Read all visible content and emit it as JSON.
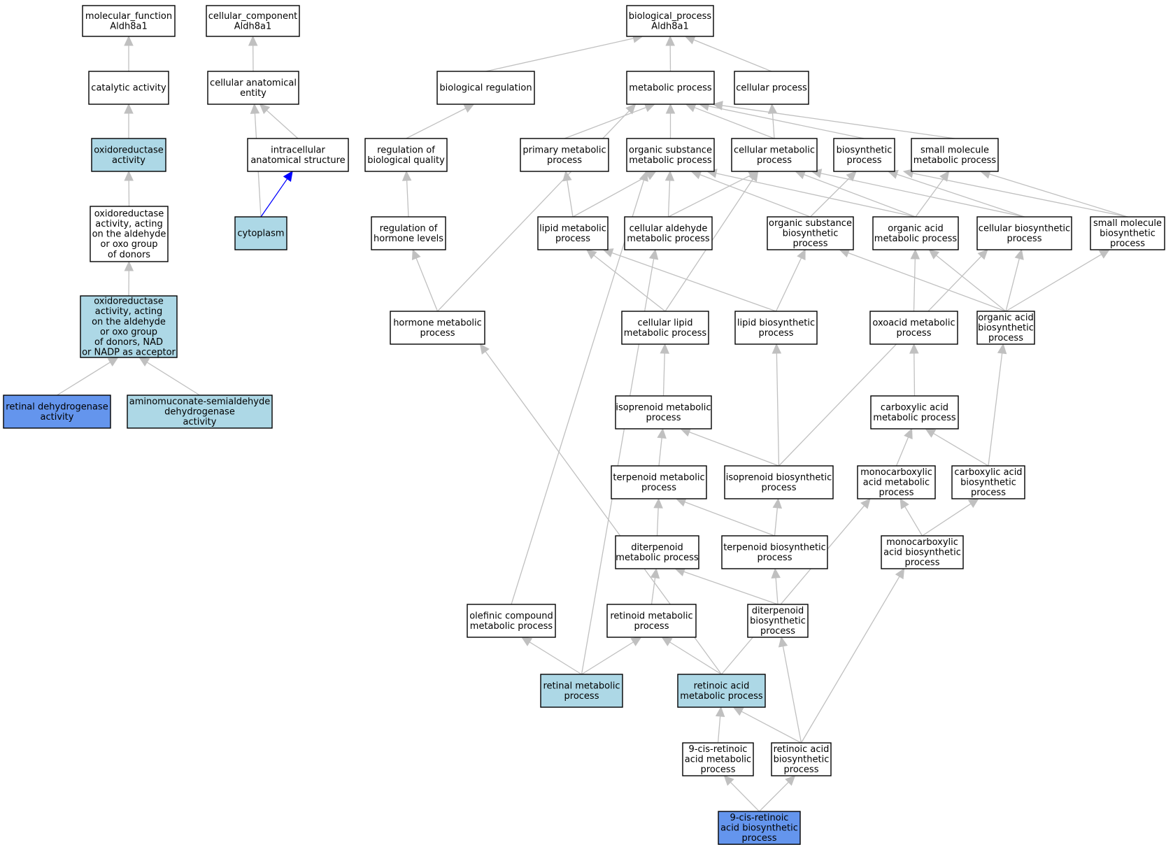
{
  "colors": {
    "default_fill": "#ffffff",
    "light_fill": "#add8e6",
    "dark_fill": "#6495ed",
    "edge": "#c0c0c0",
    "highlight_edge": "#0000ff"
  },
  "nodes": [
    {
      "id": "mf_root",
      "lines": [
        "molecular_function",
        "Aldh8a1"
      ],
      "fill": "default"
    },
    {
      "id": "catalytic",
      "lines": [
        "catalytic activity"
      ],
      "fill": "default"
    },
    {
      "id": "oxidoreductase",
      "lines": [
        "oxidoreductase",
        "activity"
      ],
      "fill": "light"
    },
    {
      "id": "oxred_aldehyde",
      "lines": [
        "oxidoreductase",
        "activity, acting",
        "on the aldehyde",
        "or oxo group",
        "of donors"
      ],
      "fill": "default"
    },
    {
      "id": "oxred_nad",
      "lines": [
        "oxidoreductase",
        "activity, acting",
        "on the aldehyde",
        "or oxo group",
        "of donors, NAD",
        "or NADP as acceptor"
      ],
      "fill": "light"
    },
    {
      "id": "retinal_dh",
      "lines": [
        "retinal dehydrogenase",
        "activity"
      ],
      "fill": "dark"
    },
    {
      "id": "aminomuc",
      "lines": [
        "aminomuconate-semialdehyde",
        "dehydrogenase",
        "activity"
      ],
      "fill": "light"
    },
    {
      "id": "cc_root",
      "lines": [
        "cellular_component",
        "Aldh8a1"
      ],
      "fill": "default"
    },
    {
      "id": "cell_anat",
      "lines": [
        "cellular anatomical",
        "entity"
      ],
      "fill": "default"
    },
    {
      "id": "intracell",
      "lines": [
        "intracellular",
        "anatomical structure"
      ],
      "fill": "default"
    },
    {
      "id": "cytoplasm",
      "lines": [
        "cytoplasm"
      ],
      "fill": "light"
    },
    {
      "id": "bp_root",
      "lines": [
        "biological_process",
        "Aldh8a1"
      ],
      "fill": "default"
    },
    {
      "id": "bio_reg",
      "lines": [
        "biological regulation"
      ],
      "fill": "default"
    },
    {
      "id": "metabolic",
      "lines": [
        "metabolic process"
      ],
      "fill": "default"
    },
    {
      "id": "cellular",
      "lines": [
        "cellular process"
      ],
      "fill": "default"
    },
    {
      "id": "reg_bioq",
      "lines": [
        "regulation of",
        "biological quality"
      ],
      "fill": "default"
    },
    {
      "id": "primary_met",
      "lines": [
        "primary metabolic",
        "process"
      ],
      "fill": "default"
    },
    {
      "id": "org_sub_met",
      "lines": [
        "organic substance",
        "metabolic process"
      ],
      "fill": "default"
    },
    {
      "id": "cell_met",
      "lines": [
        "cellular metabolic",
        "process"
      ],
      "fill": "default"
    },
    {
      "id": "biosynth",
      "lines": [
        "biosynthetic",
        "process"
      ],
      "fill": "default"
    },
    {
      "id": "small_mol_met",
      "lines": [
        "small molecule",
        "metabolic process"
      ],
      "fill": "default"
    },
    {
      "id": "reg_hormone",
      "lines": [
        "regulation of",
        "hormone levels"
      ],
      "fill": "default"
    },
    {
      "id": "lipid_met",
      "lines": [
        "lipid metabolic",
        "process"
      ],
      "fill": "default"
    },
    {
      "id": "cell_ald_met",
      "lines": [
        "cellular aldehyde",
        "metabolic process"
      ],
      "fill": "default"
    },
    {
      "id": "org_sub_bios",
      "lines": [
        "organic substance",
        "biosynthetic",
        "process"
      ],
      "fill": "default"
    },
    {
      "id": "org_acid_met",
      "lines": [
        "organic acid",
        "metabolic process"
      ],
      "fill": "default"
    },
    {
      "id": "cell_bios",
      "lines": [
        "cellular biosynthetic",
        "process"
      ],
      "fill": "default"
    },
    {
      "id": "small_mol_bios",
      "lines": [
        "small molecule",
        "biosynthetic",
        "process"
      ],
      "fill": "default"
    },
    {
      "id": "hormone_met",
      "lines": [
        "hormone metabolic",
        "process"
      ],
      "fill": "default"
    },
    {
      "id": "cell_lipid_met",
      "lines": [
        "cellular lipid",
        "metabolic process"
      ],
      "fill": "default"
    },
    {
      "id": "lipid_bios",
      "lines": [
        "lipid biosynthetic",
        "process"
      ],
      "fill": "default"
    },
    {
      "id": "oxoacid_met",
      "lines": [
        "oxoacid metabolic",
        "process"
      ],
      "fill": "default"
    },
    {
      "id": "org_acid_bios",
      "lines": [
        "organic acid",
        "biosynthetic",
        "process"
      ],
      "fill": "default"
    },
    {
      "id": "isoprenoid_met",
      "lines": [
        "isoprenoid metabolic",
        "process"
      ],
      "fill": "default"
    },
    {
      "id": "carbox_met",
      "lines": [
        "carboxylic acid",
        "metabolic process"
      ],
      "fill": "default"
    },
    {
      "id": "terpenoid_met",
      "lines": [
        "terpenoid metabolic",
        "process"
      ],
      "fill": "default"
    },
    {
      "id": "isoprenoid_bios",
      "lines": [
        "isoprenoid biosynthetic",
        "process"
      ],
      "fill": "default"
    },
    {
      "id": "monocarb_met",
      "lines": [
        "monocarboxylic",
        "acid metabolic",
        "process"
      ],
      "fill": "default"
    },
    {
      "id": "carbox_bios",
      "lines": [
        "carboxylic acid",
        "biosynthetic",
        "process"
      ],
      "fill": "default"
    },
    {
      "id": "diterp_met",
      "lines": [
        "diterpenoid",
        "metabolic process"
      ],
      "fill": "default"
    },
    {
      "id": "terp_bios",
      "lines": [
        "terpenoid biosynthetic",
        "process"
      ],
      "fill": "default"
    },
    {
      "id": "monocarb_bios",
      "lines": [
        "monocarboxylic",
        "acid biosynthetic",
        "process"
      ],
      "fill": "default"
    },
    {
      "id": "olefinic",
      "lines": [
        "olefinic compound",
        "metabolic process"
      ],
      "fill": "default"
    },
    {
      "id": "retinoid_met",
      "lines": [
        "retinoid metabolic",
        "process"
      ],
      "fill": "default"
    },
    {
      "id": "diterp_bios",
      "lines": [
        "diterpenoid",
        "biosynthetic",
        "process"
      ],
      "fill": "default"
    },
    {
      "id": "retinal_met",
      "lines": [
        "retinal metabolic",
        "process"
      ],
      "fill": "light"
    },
    {
      "id": "ra_met",
      "lines": [
        "retinoic acid",
        "metabolic process"
      ],
      "fill": "light"
    },
    {
      "id": "cis_ra_met",
      "lines": [
        "9-cis-retinoic",
        "acid metabolic",
        "process"
      ],
      "fill": "default"
    },
    {
      "id": "ra_bios",
      "lines": [
        "retinoic acid",
        "biosynthetic",
        "process"
      ],
      "fill": "default"
    },
    {
      "id": "cis_ra_bios",
      "lines": [
        "9-cis-retinoic",
        "acid biosynthetic",
        "process"
      ],
      "fill": "dark"
    }
  ],
  "edges": [
    [
      "catalytic",
      "mf_root"
    ],
    [
      "oxidoreductase",
      "catalytic"
    ],
    [
      "oxred_aldehyde",
      "oxidoreductase"
    ],
    [
      "oxred_nad",
      "oxred_aldehyde"
    ],
    [
      "retinal_dh",
      "oxred_nad"
    ],
    [
      "aminomuc",
      "oxred_nad"
    ],
    [
      "cell_anat",
      "cc_root"
    ],
    [
      "intracell",
      "cell_anat"
    ],
    [
      "cytoplasm",
      "cell_anat"
    ],
    [
      "cytoplasm",
      "intracell",
      "highlight"
    ],
    [
      "bio_reg",
      "bp_root"
    ],
    [
      "metabolic",
      "bp_root"
    ],
    [
      "cellular",
      "bp_root"
    ],
    [
      "reg_bioq",
      "bio_reg"
    ],
    [
      "reg_hormone",
      "reg_bioq"
    ],
    [
      "hormone_met",
      "reg_hormone"
    ],
    [
      "hormone_met",
      "metabolic"
    ],
    [
      "primary_met",
      "metabolic"
    ],
    [
      "org_sub_met",
      "metabolic"
    ],
    [
      "cell_met",
      "metabolic"
    ],
    [
      "cell_met",
      "cellular"
    ],
    [
      "biosynth",
      "metabolic"
    ],
    [
      "small_mol_met",
      "metabolic"
    ],
    [
      "lipid_met",
      "primary_met"
    ],
    [
      "lipid_met",
      "org_sub_met"
    ],
    [
      "cell_ald_met",
      "org_sub_met"
    ],
    [
      "cell_ald_met",
      "cell_met"
    ],
    [
      "org_sub_bios",
      "org_sub_met"
    ],
    [
      "org_sub_bios",
      "biosynth"
    ],
    [
      "org_acid_met",
      "org_sub_met"
    ],
    [
      "org_acid_met",
      "cell_met"
    ],
    [
      "org_acid_met",
      "small_mol_met"
    ],
    [
      "cell_bios",
      "cell_met"
    ],
    [
      "cell_bios",
      "biosynth"
    ],
    [
      "small_mol_bios",
      "small_mol_met"
    ],
    [
      "small_mol_bios",
      "biosynth"
    ],
    [
      "cell_lipid_met",
      "lipid_met"
    ],
    [
      "cell_lipid_met",
      "cell_met"
    ],
    [
      "lipid_bios",
      "lipid_met"
    ],
    [
      "lipid_bios",
      "org_sub_bios"
    ],
    [
      "oxoacid_met",
      "org_acid_met"
    ],
    [
      "org_acid_bios",
      "org_acid_met"
    ],
    [
      "org_acid_bios",
      "cell_bios"
    ],
    [
      "org_acid_bios",
      "small_mol_bios"
    ],
    [
      "org_acid_bios",
      "org_sub_bios"
    ],
    [
      "isoprenoid_met",
      "cell_lipid_met"
    ],
    [
      "carbox_met",
      "oxoacid_met"
    ],
    [
      "terpenoid_met",
      "isoprenoid_met"
    ],
    [
      "isoprenoid_bios",
      "isoprenoid_met"
    ],
    [
      "isoprenoid_bios",
      "lipid_bios"
    ],
    [
      "isoprenoid_bios",
      "cell_bios"
    ],
    [
      "monocarb_met",
      "carbox_met"
    ],
    [
      "carbox_bios",
      "carbox_met"
    ],
    [
      "carbox_bios",
      "org_acid_bios"
    ],
    [
      "diterp_met",
      "terpenoid_met"
    ],
    [
      "terp_bios",
      "terpenoid_met"
    ],
    [
      "terp_bios",
      "isoprenoid_bios"
    ],
    [
      "monocarb_bios",
      "monocarb_met"
    ],
    [
      "monocarb_bios",
      "carbox_bios"
    ],
    [
      "olefinic",
      "org_sub_met"
    ],
    [
      "retinoid_met",
      "diterp_met"
    ],
    [
      "diterp_bios",
      "diterp_met"
    ],
    [
      "diterp_bios",
      "terp_bios"
    ],
    [
      "retinal_met",
      "olefinic"
    ],
    [
      "retinal_met",
      "retinoid_met"
    ],
    [
      "retinal_met",
      "cell_ald_met"
    ],
    [
      "ra_met",
      "retinoid_met"
    ],
    [
      "ra_met",
      "monocarb_met"
    ],
    [
      "ra_met",
      "hormone_met"
    ],
    [
      "cis_ra_met",
      "ra_met"
    ],
    [
      "ra_bios",
      "ra_met"
    ],
    [
      "ra_bios",
      "diterp_bios"
    ],
    [
      "ra_bios",
      "monocarb_bios"
    ],
    [
      "cis_ra_bios",
      "cis_ra_met"
    ],
    [
      "cis_ra_bios",
      "ra_bios"
    ]
  ]
}
